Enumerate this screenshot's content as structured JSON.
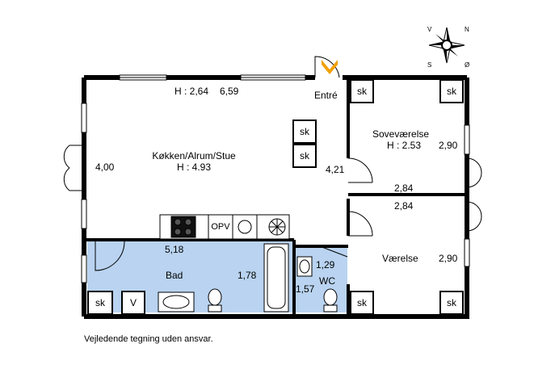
{
  "plan": {
    "rooms": {
      "living": {
        "name": "Køkken/Alrum/Stue",
        "height": "H : 4.93",
        "width_dim": "4,00",
        "top_height": "H : 2,64",
        "top_length": "6,59",
        "right_dim": "4,21"
      },
      "entry": {
        "name": "Entré"
      },
      "bedroom": {
        "name": "Soveværelse",
        "height": "H : 2.53",
        "side_dim": "2,90",
        "bottom_dim": "2,84"
      },
      "room": {
        "name": "Værelse",
        "top_dim": "2,84",
        "side_dim": "2,90"
      },
      "bath": {
        "name": "Bad",
        "top_dim": "5,18",
        "side_dim": "1,78"
      },
      "wc": {
        "name": "WC",
        "dim_a": "1,29",
        "dim_b": "1,57"
      }
    },
    "cabinets": {
      "sk": "sk",
      "v": "V",
      "opv": "OPV"
    },
    "compass": {
      "n": "N",
      "s": "S",
      "o": "Ø",
      "v": "V"
    },
    "colors": {
      "wet_room": "#b9d3f0",
      "wall": "#000000"
    }
  },
  "caption": "Vejledende tegning uden ansvar."
}
